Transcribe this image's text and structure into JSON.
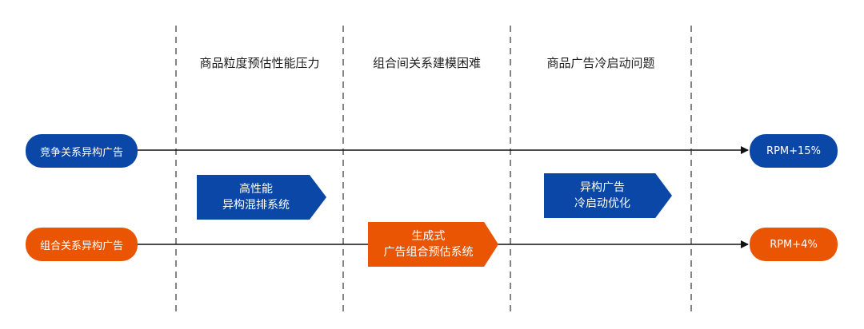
{
  "columns": [
    {
      "label": "商品粒度预估性能压力"
    },
    {
      "label": "组合间关系建模困难"
    },
    {
      "label": "商品广告冷启动问题"
    }
  ],
  "rows": [
    {
      "label": "竞争关系异构广告",
      "result": "RPM+15%",
      "color": "#0a47a6"
    },
    {
      "label": "组合关系异构广告",
      "result": "RPM+4%",
      "color": "#ea5504"
    }
  ],
  "solutions": [
    {
      "line1": "高性能",
      "line2": "异构混排系统",
      "color": "#0a47a6"
    },
    {
      "line1": "生成式",
      "line2": "广告组合预估系统",
      "color": "#ea5504"
    },
    {
      "line1": "异构广告",
      "line2": "冷启动优化",
      "color": "#0a47a6"
    }
  ]
}
